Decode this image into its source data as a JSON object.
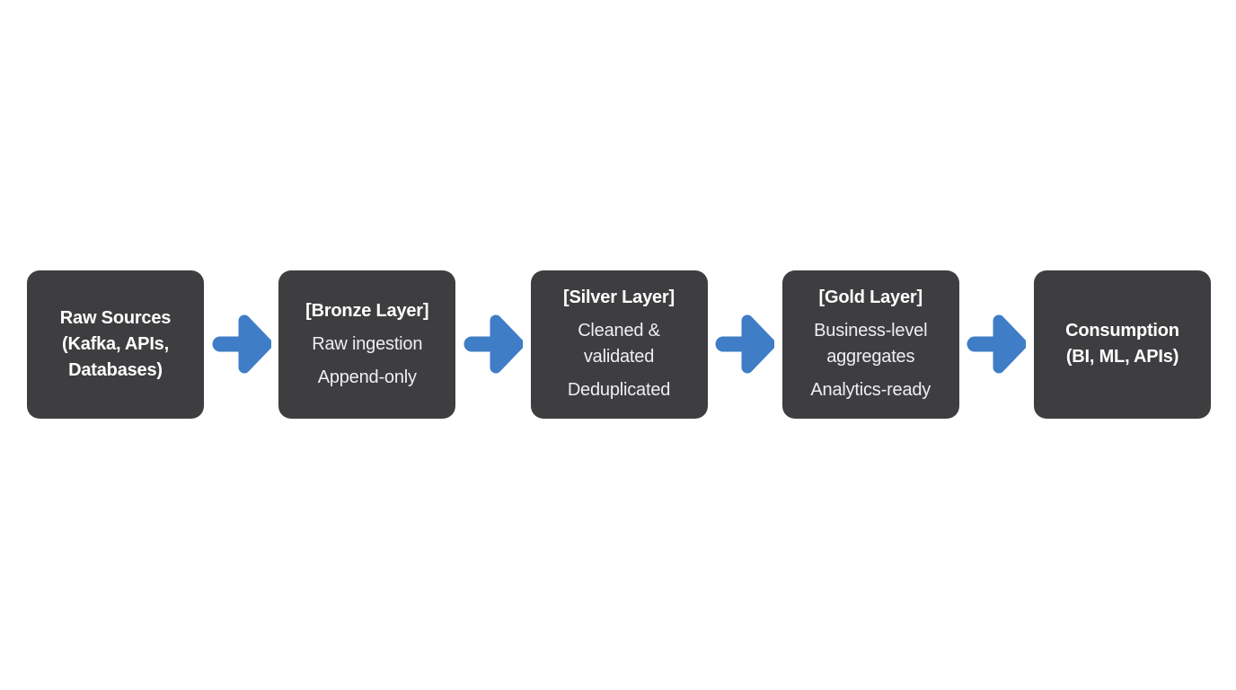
{
  "colors": {
    "background": "#ffffff",
    "box": "#3e3e40",
    "title_text": "#ffffff",
    "body_text": "#efeff1",
    "arrow": "#3f7dc6"
  },
  "arrow_icon": "right-arrow",
  "stages": [
    {
      "id": "raw-sources",
      "paras": [
        {
          "bold": true,
          "lines": [
            "Raw Sources",
            "(Kafka, APIs,",
            "Databases)"
          ]
        }
      ]
    },
    {
      "id": "bronze-layer",
      "paras": [
        {
          "bold": true,
          "lines": [
            "[Bronze Layer]"
          ]
        },
        {
          "bold": false,
          "lines": [
            "Raw ingestion"
          ]
        },
        {
          "bold": false,
          "lines": [
            "Append-only"
          ]
        }
      ]
    },
    {
      "id": "silver-layer",
      "paras": [
        {
          "bold": true,
          "lines": [
            "[Silver Layer]"
          ]
        },
        {
          "bold": false,
          "lines": [
            "Cleaned &",
            "validated"
          ]
        },
        {
          "bold": false,
          "lines": [
            "Deduplicated"
          ]
        }
      ]
    },
    {
      "id": "gold-layer",
      "paras": [
        {
          "bold": true,
          "lines": [
            "[Gold Layer]"
          ]
        },
        {
          "bold": false,
          "lines": [
            "Business-level",
            "aggregates"
          ]
        },
        {
          "bold": false,
          "lines": [
            "Analytics-ready"
          ]
        }
      ]
    },
    {
      "id": "consumption",
      "paras": [
        {
          "bold": true,
          "lines": [
            "Consumption",
            "(BI, ML, APIs)"
          ]
        }
      ]
    }
  ]
}
